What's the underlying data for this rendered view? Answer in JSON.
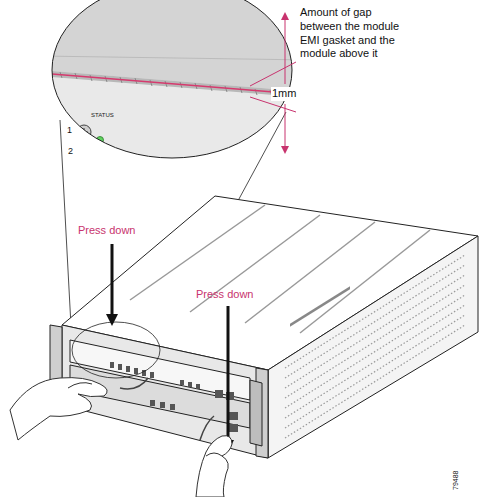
{
  "diagram": {
    "labels": [
      "Amount of gap between the module EMI gasket and the module above it",
      "1mm",
      "STATUS",
      "1",
      "2",
      "Press down",
      "Press down",
      "79488"
    ]
  }
}
